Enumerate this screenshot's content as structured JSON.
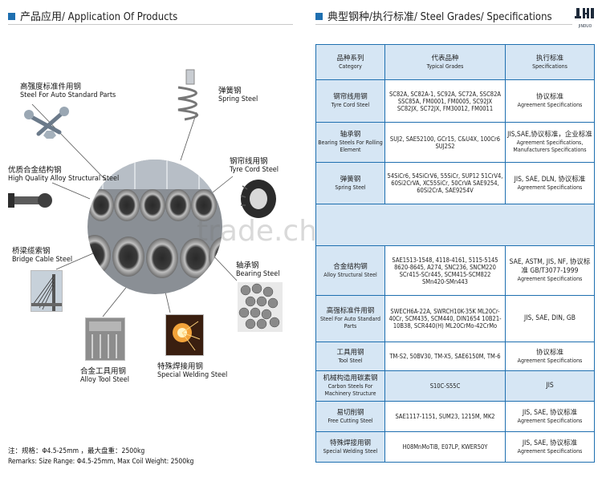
{
  "left": {
    "title_cn": "产品应用",
    "title_en": "/ Application Of Products",
    "applications": [
      {
        "cn": "高强度标准件用钢",
        "en": "Steel For Auto Standard Parts"
      },
      {
        "cn": "弹簧钢",
        "en": "Spring Steel"
      },
      {
        "cn": "钢帘线用钢",
        "en": "Tyre Cord Steel"
      },
      {
        "cn": "优质合金结构钢",
        "en": "High Quality Alloy Structural Steel"
      },
      {
        "cn": "桥梁缆索钢",
        "en": "Bridge Cable Steel"
      },
      {
        "cn": "轴承钢",
        "en": "Bearing Steel"
      },
      {
        "cn": "合金工具用钢",
        "en": "Alloy Tool Steel"
      },
      {
        "cn": "特殊焊接用钢",
        "en": "Special Welding Steel"
      }
    ],
    "remarks_cn": "注：规格：Φ4.5-25mm ，最大盘重：2500kg",
    "remarks_en": "Remarks: Size Range: Φ4.5-25mm, Max Coil Weight: 2500kg"
  },
  "right": {
    "title_cn": "典型钢种/执行标准",
    "title_en": "/ Steel Grades/ Specifications",
    "logo_text": "JINDUO",
    "header": [
      {
        "cn": "品种系列",
        "en": "Category"
      },
      {
        "cn": "代表品种",
        "en": "Typical Grades"
      },
      {
        "cn": "执行标准",
        "en": "Specifications"
      }
    ],
    "rows": [
      {
        "cat_cn": "钢帘线用钢",
        "cat_en": "Tyre Cord Steel",
        "grades": "SC82A, SC82A-1, SC92A, SC72A, SSC82A SSC85A, FM0001, FM0005, SC92JX SC82JX, SC72JX, FM30012, FM0011",
        "spec_cn": "协议标准",
        "spec_en": "Agreement Specifications"
      },
      {
        "cat_cn": "轴承钢",
        "cat_en": "Bearing Steels For Rolling Element",
        "grades": "SUJ2, SAE52100, GCr15, C&U4X, 100Cr6 SUJ2S2",
        "spec_cn": "JIS,SAE,协议标准，企业标准",
        "spec_en": "Agreement Specifications, Manufacturers Specifications"
      },
      {
        "cat_cn": "弹簧钢",
        "cat_en": "Spring Steel",
        "grades": "54SiCr6, 54SiCrV6, 55SiCr, SUP12 51CrV4, 60Si2CrVA, XC55SiCr, 50CrVA SAE9254, 60Si2CrA, SAE9254V",
        "spec_cn": "JIS, SAE, DLN, 协议标准",
        "spec_en": "Agreement Specifications"
      },
      {
        "cat_cn": "合金结构钢",
        "cat_en": "Alloy Structural Steel",
        "grades": "SAE1513-1548, 4118-4161, 5115-5145 8620-8645, A274, SNC236, SNCM220 SCr415-SCr445, SCM415-SCM822 SMn420-SMn443",
        "spec_cn": "SAE, ASTM, JIS, NF, 协议标准 GB/T3077-1999",
        "spec_en": "Agreement Specifications"
      },
      {
        "cat_cn": "高强标准件用钢",
        "cat_en": "Steel For Auto Standard Parts",
        "grades": "SWECH6A-22A, SWRCH10K-35K ML20Cr-40Cr, SCM435, SCM440, DIN1654 10B21-10B38, SCR440(H) ML20CrMo-42CrMo",
        "spec_cn": "JIS, SAE, DIN, GB",
        "spec_en": ""
      },
      {
        "cat_cn": "工具用钢",
        "cat_en": "Tool Steel",
        "grades": "TM-S2, 50BV30, TM-X5, SAE6150M, TM-6",
        "spec_cn": "协议标准",
        "spec_en": "Agreement Specifications"
      },
      {
        "cat_cn": "机械构造用碳素钢",
        "cat_en": "Carbon Steels For Machinery Structure",
        "grades": "S10C-S55C",
        "spec_cn": "JIS",
        "spec_en": ""
      },
      {
        "cat_cn": "易切削钢",
        "cat_en": "Free Cutting Steel",
        "grades": "SAE1117-1151, SUM23, 1215M, MK2",
        "spec_cn": "JIS, SAE, 协议标准",
        "spec_en": "Agreement Specifications"
      },
      {
        "cat_cn": "特殊焊接用钢",
        "cat_en": "Special Welding Steel",
        "grades": "H08MnMoTiB, E07LP, KWER50Y",
        "spec_cn": "JIS, SAE, 协议标准",
        "spec_en": "Agreement Specifications"
      }
    ]
  },
  "watermark": "trade.china.a",
  "colors": {
    "accent": "#1e6fb0",
    "table_fill": "#d6e6f4",
    "border": "#1e6fb0"
  }
}
